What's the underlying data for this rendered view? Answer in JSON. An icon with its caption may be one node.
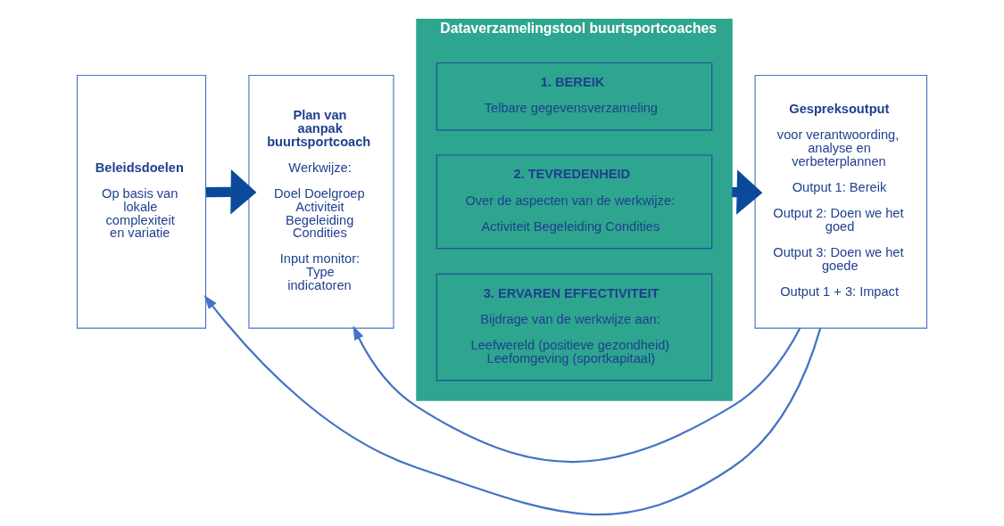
{
  "diagram": {
    "nodes": [
      {
        "text": [
          "Beleidsdoelen",
          "Op basis van lokale complexiteit en variatie"
        ]
      },
      {
        "text": [
          "Plan van aanpak buurtsportcoach",
          "Werkwijze:",
          "Doel Doelgroep Activiteit Begeleiding Condities",
          "Input monitor: Type indicatoren"
        ]
      },
      {
        "text": [
          "Dataverzamelingstool buurtsportcoaches"
        ]
      },
      {
        "text": [
          "1. BEREIK",
          "Telbare gegevensverzameling"
        ],
        "in": 2
      },
      {
        "text": [
          "2. TEVREDENHEID",
          "Over de aspecten van de werkwijze:",
          "Activiteit Begeleiding Condities"
        ],
        "in": 2
      },
      {
        "text": [
          "3. ERVAREN EFFECTIVITEIT",
          "Bijdrage van de werkwijze aan:",
          "Leefwereld (positieve gezondheid) Leefomgeving (sportkapitaal)"
        ],
        "in": 2
      },
      {
        "text": [
          "Gespreksoutput",
          "voor verantwoording, analyse en verbeterplannen",
          "Output 1: Bereik",
          "Output 2: Doen we het goed",
          "Output 3: Doen we het goede",
          "Output 1 + 3: Impact"
        ]
      }
    ],
    "edges": [
      {
        "from": 0,
        "to": 1,
        "arrow": "to",
        "style": "thick"
      },
      {
        "from": 2,
        "to": 6,
        "arrow": "to",
        "style": "thick"
      },
      {
        "from": 6,
        "to": 0,
        "arrow": "to",
        "color": "#4472c4"
      },
      {
        "from": 6,
        "to": 1,
        "arrow": "to",
        "color": "#4472c4"
      }
    ]
  }
}
